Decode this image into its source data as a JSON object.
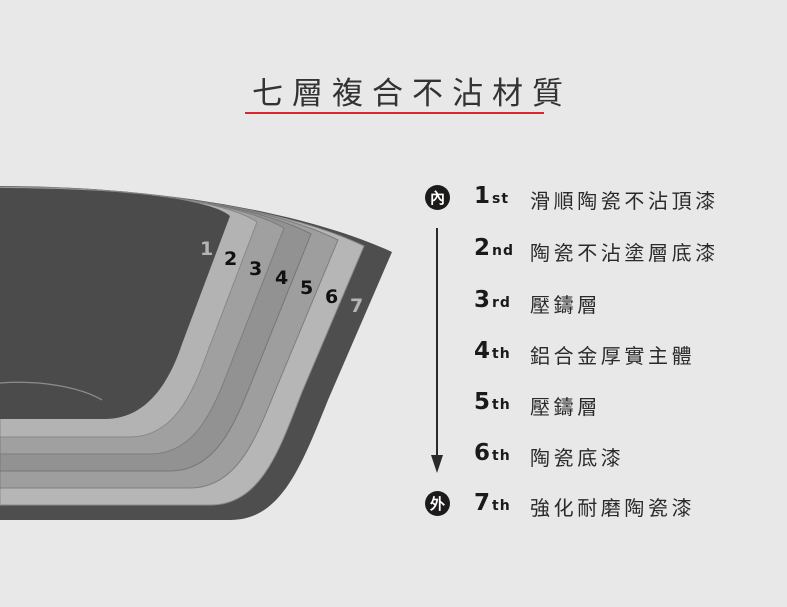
{
  "header": {
    "title": "七層複合不沾材質",
    "underline_color": "#d9262f"
  },
  "diagram": {
    "layer_numbers": [
      "1",
      "2",
      "3",
      "4",
      "5",
      "6",
      "7"
    ],
    "layer_colors": [
      "#4b4b4b",
      "#b3b3b3",
      "#a0a0a0",
      "#929292",
      "#9e9e9e",
      "#b6b6b6",
      "#4e4e4e"
    ],
    "direction_inner_icon": "內",
    "direction_outer_icon": "外"
  },
  "legend": {
    "items": [
      {
        "num": "1",
        "suffix": "st",
        "label": "滑順陶瓷不沾頂漆"
      },
      {
        "num": "2",
        "suffix": "nd",
        "label": "陶瓷不沾塗層底漆"
      },
      {
        "num": "3",
        "suffix": "rd",
        "label": "壓鑄層"
      },
      {
        "num": "4",
        "suffix": "th",
        "label": "鋁合金厚實主體"
      },
      {
        "num": "5",
        "suffix": "th",
        "label": "壓鑄層"
      },
      {
        "num": "6",
        "suffix": "th",
        "label": "陶瓷底漆"
      },
      {
        "num": "7",
        "suffix": "th",
        "label": "強化耐磨陶瓷漆"
      }
    ]
  }
}
